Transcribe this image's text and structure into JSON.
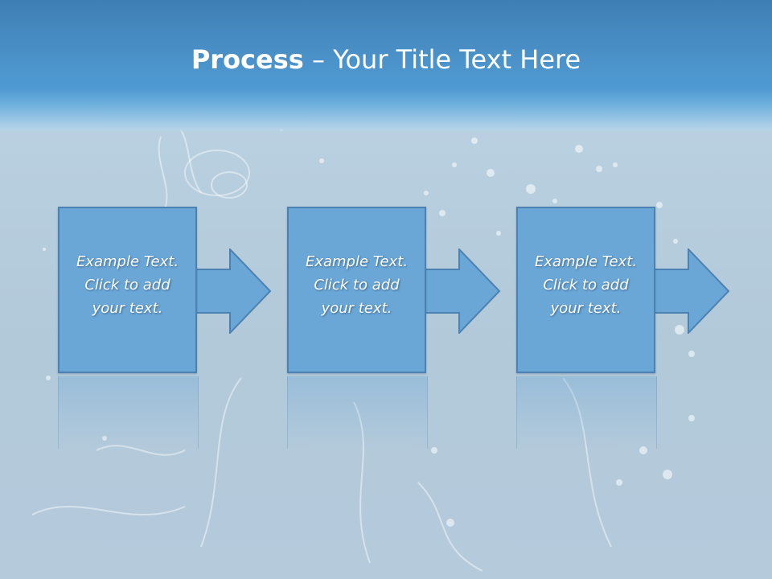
{
  "slide": {
    "title_bold": "Process",
    "title_separator": " – ",
    "title_rest": "Your Title Text Here"
  },
  "steps": [
    {
      "text": "Example Text.\nClick  to add\nyour text."
    },
    {
      "text": "Example Text.\nClick  to add\nyour text."
    },
    {
      "text": "Example Text.\nClick  to add\nyour text."
    }
  ],
  "colors": {
    "title_band": "#4a91c8",
    "box_fill": "#6aa7d6",
    "box_border": "#4b82b2",
    "background": "#b8cfdf"
  }
}
